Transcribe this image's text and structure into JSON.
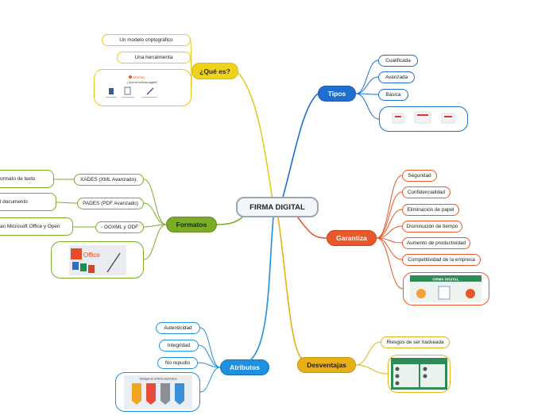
{
  "colors": {
    "que_es": "#e6c91c",
    "tipos": "#1f6fd1",
    "formatos": "#7aac26",
    "garantiza": "#e8582a",
    "atributos": "#1f8fe0",
    "desventajas": "#e6b118",
    "central_border": "#9aa8b6"
  },
  "central": {
    "title": "FIRMA DIGITAL"
  },
  "que_es": {
    "title": "¿Qué es?",
    "items": [
      "Un modelo criptográfico",
      "Una herramienta"
    ],
    "image": {
      "brand": "ivFirma",
      "caption": "¿Qué es la firma digital?"
    }
  },
  "tipos": {
    "title": "Tipos",
    "items": [
      "Cualificada",
      "Avanzada",
      "Básica"
    ]
  },
  "formatos": {
    "title": "Formatos",
    "items": [
      "XADES (XML Avanzado).",
      "PADES (PDF Avanzado)",
      "- OOXML y ODF"
    ],
    "details": [
      "ormato de texto",
      "l documento",
      "an Microsoft Office y Open"
    ],
    "image": {
      "brand": "Office"
    }
  },
  "garantiza": {
    "title": "Garantiza",
    "items": [
      "Seguridad",
      "Confidencialidad",
      "Eliminación de papel",
      "Disminución de tiempo",
      "Aumento de productividad",
      "Competitividad de la empresa"
    ],
    "image": {
      "banner": "FIRMA DIGITAL"
    }
  },
  "atributos": {
    "title": "Atributos",
    "items": [
      "Autenticidad",
      "Integridad",
      "No repudio"
    ],
    "image": {
      "header": "Ventajas de la firma electrónica"
    }
  },
  "desventajas": {
    "title": "Desventajas",
    "items": [
      "Riesgos de ser hackeada"
    ]
  }
}
